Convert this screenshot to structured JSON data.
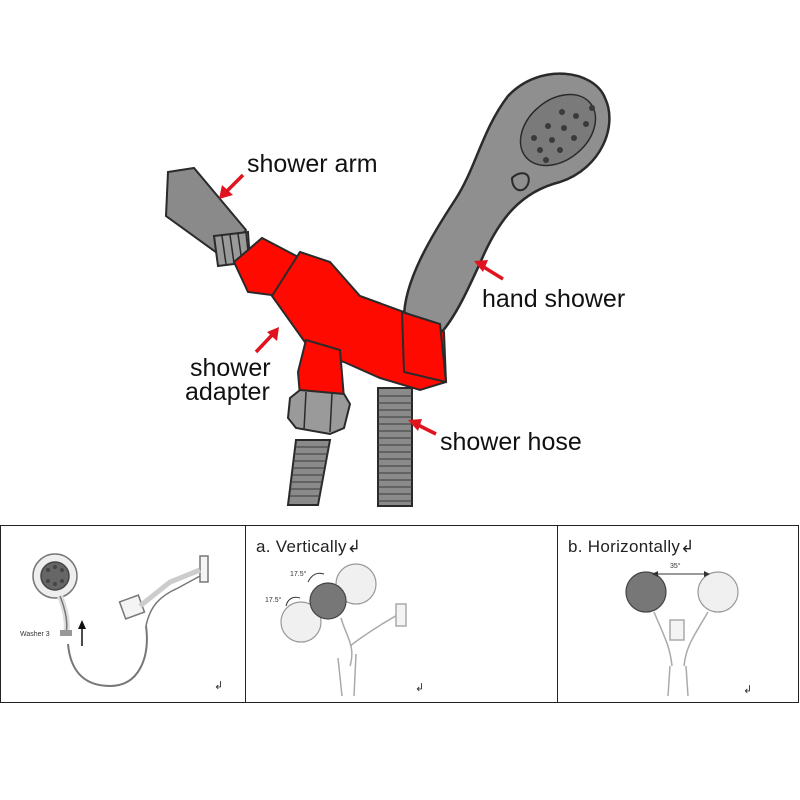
{
  "main_diagram": {
    "labels": {
      "shower_arm": "shower arm",
      "hand_shower": "hand shower",
      "shower_adapter_line1": "shower",
      "shower_adapter_line2": "adapter",
      "shower_hose": "shower hose"
    },
    "colors": {
      "adapter": "#ff0a00",
      "arrow": "#e0141e",
      "metal": "#8a8a8a",
      "outline": "#2a2a2a"
    }
  },
  "panels": [
    {
      "title": "",
      "annotations": [
        "Washer 3"
      ],
      "return_mark": "↲"
    },
    {
      "title": "a.   Vertically↲",
      "annotations": [
        "17.5°",
        "17.5°"
      ],
      "return_mark": "↲"
    },
    {
      "title": "b.   Horizontally↲",
      "annotations": [
        "35°"
      ],
      "return_mark": "↲"
    }
  ]
}
